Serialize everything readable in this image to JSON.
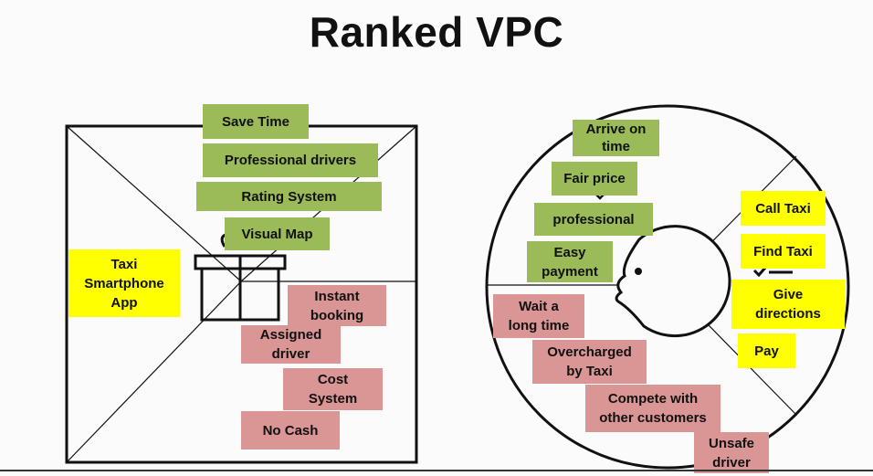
{
  "title": "Ranked VPC",
  "colors": {
    "green_note": "#9bbb59",
    "yellow_note": "#ffff00",
    "pink_note": "#d99694"
  },
  "value_map": {
    "products": [
      "Taxi\nSmartphone\nApp"
    ],
    "gain_creators": [
      "Save Time",
      "Professional drivers",
      "Rating System",
      "Visual Map"
    ],
    "pain_relievers": [
      "Instant\nbooking",
      "Assigned\ndriver",
      "Cost\nSystem",
      "No Cash"
    ]
  },
  "customer_profile": {
    "gains": [
      "Arrive on\ntime",
      "Fair price",
      "professional",
      "Easy\npayment"
    ],
    "jobs": [
      "Call Taxi",
      "Find Taxi",
      "Give\ndirections",
      "Pay"
    ],
    "pains": [
      "Wait a\nlong time",
      "Overcharged\nby Taxi",
      "Compete with\nother customers",
      "Unsafe\ndriver"
    ]
  }
}
